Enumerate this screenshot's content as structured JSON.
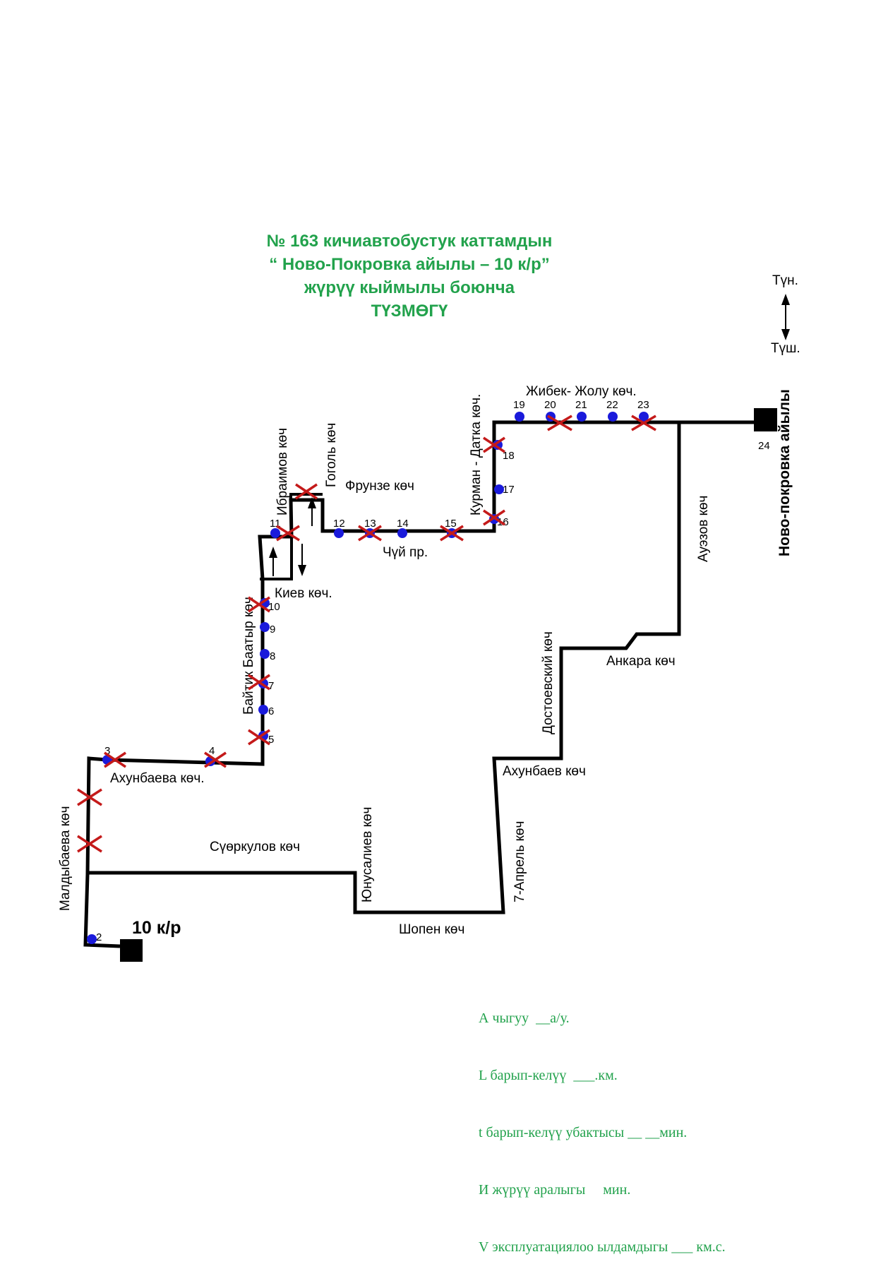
{
  "title": {
    "line1": "№ 163 кичиавтобустук каттамдын",
    "line2": "“ Ново-Покровка айылы – 10 к/р”",
    "line3": "жүрүү кыймылы боюнча",
    "line4": "ТҮЗМӨГҮ"
  },
  "compass": {
    "north": "Түн.",
    "south": "Түш."
  },
  "terminals": {
    "start": "10 к/р",
    "end": "Ново-покровка айылы"
  },
  "streets": {
    "zhibek_zholu": "Жибек- Жолу көч.",
    "kurman_datka": "Курман - Датка көч.",
    "gogol": "Гоголь көч",
    "ibraimov": "Ибраимов көч",
    "frunze": "Фрунзе көч",
    "chui": "Чүй пр.",
    "kiev": "Киев көч.",
    "auezov": "Ауэзов көч",
    "baitik": "Байтик Баатыр көч",
    "dostoevsky": "Достоевский көч",
    "ankara": "Анкара көч",
    "akhunbaev_right": "Ахунбаев көч",
    "akhunbaeva_left": "Ахунбаева көч.",
    "maldybaeva": "Малдыбаева көч",
    "suerkulov": "Сүөркулов көч",
    "yunusaliev": "Юнусалиев көч",
    "april7": "7-Апрель көч",
    "shopen": "Шопен көч"
  },
  "stops": [
    "2",
    "3",
    "4",
    "5",
    "6",
    "7",
    "8",
    "9",
    "10",
    "11",
    "12",
    "13",
    "14",
    "15",
    "16",
    "17",
    "18",
    "19",
    "20",
    "21",
    "22",
    "23",
    "24"
  ],
  "legend": {
    "line1": "А чыгуу  __а/у.",
    "line2": "L барып-келүү  ___.км.",
    "line3": "t барып-келүү убактысы __ __мин.",
    "line4": "И жүрүү аралыгы     мин.",
    "line5": "V эксплуатациялоо ылдамдыгы ___ км.с."
  },
  "colors": {
    "title": "#22a24c",
    "stop": "#1a1adb",
    "cross": "#c41a1a",
    "route": "#000000"
  }
}
